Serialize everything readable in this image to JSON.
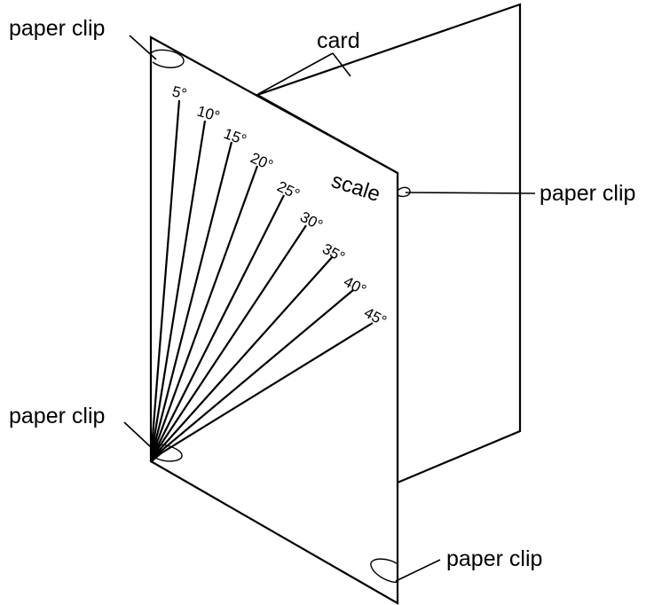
{
  "labels": {
    "card": "card",
    "scale": "scale",
    "clip_top_left": "paper clip",
    "clip_right": "paper clip",
    "clip_left": "paper clip",
    "clip_bottom": "paper clip"
  },
  "angles": [
    "5°",
    "10°",
    "15°",
    "20°",
    "25°",
    "30°",
    "35°",
    "40°",
    "45°"
  ]
}
